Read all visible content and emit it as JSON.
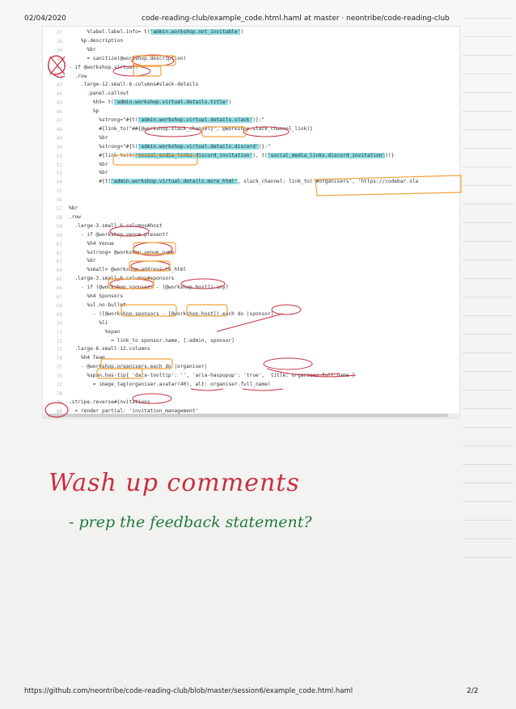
{
  "header": {
    "date": "02/04/2020",
    "title": "code-reading-club/example_code.html.haml at master · neontribe/code-reading-club"
  },
  "code": {
    "lines": [
      {
        "n": "37",
        "text": "      %label.label.info= t('admin.workshop.not_invitable')"
      },
      {
        "n": "38",
        "text": "    %p.description"
      },
      {
        "n": "39",
        "text": "      %br"
      },
      {
        "n": "40",
        "text": "      = sanitize(@workshop.description)"
      },
      {
        "n": "41",
        "text": "- if @workshop.virtual?"
      },
      {
        "n": "42",
        "text": "  .row"
      },
      {
        "n": "43",
        "text": "    .large-12.small-6.columns#slack-details"
      },
      {
        "n": "44",
        "text": "      .panel.callout"
      },
      {
        "n": "45",
        "text": "        %h5= t('admin.workshop.virtual.details.title')"
      },
      {
        "n": "46",
        "text": "        %p"
      },
      {
        "n": "47",
        "text": "          %strong=\"#{t('admin.workshop.virtual.details.slack')}:\""
      },
      {
        "n": "48",
        "text": "          #{link_to(\"##{@workshop.slack_channel}\", @workshop.slack_channel_link)}"
      },
      {
        "n": "49",
        "text": "          %br"
      },
      {
        "n": "50",
        "text": "          %strong=\"#{t('admin.workshop.virtual.details.discord')}:\""
      },
      {
        "n": "51",
        "text": "          #{link_to(t('social_media_links.discord_invitation'), t('social_media_links.discord_invitation'))}"
      },
      {
        "n": "52",
        "text": "          %br"
      },
      {
        "n": "53",
        "text": "          %br"
      },
      {
        "n": "54",
        "text": "          #{t('admin.workshop.virtual.details.more_html', slack_channel: link_to('#organisers', 'https://codebar.sla"
      },
      {
        "n": "55",
        "text": ""
      },
      {
        "n": "56",
        "text": ""
      },
      {
        "n": "57",
        "text": "%br"
      },
      {
        "n": "58",
        "text": ".row"
      },
      {
        "n": "59",
        "text": "  .large-3.small-6.columns#host"
      },
      {
        "n": "60",
        "text": "    - if @workshop.venue.present?"
      },
      {
        "n": "61",
        "text": "      %h4 Venue"
      },
      {
        "n": "62",
        "text": "      %strong= @workshop.venue.name"
      },
      {
        "n": "63",
        "text": "      %br"
      },
      {
        "n": "64",
        "text": "      %small= @workshop.address.to_html"
      },
      {
        "n": "65",
        "text": "  .large-3.small-6.columns#sponsors"
      },
      {
        "n": "66",
        "text": "    - if (@workshop.sponsors - [@workshop.host]).any?"
      },
      {
        "n": "67",
        "text": "      %h4 Sponsors"
      },
      {
        "n": "68",
        "text": "      %ul.no-bullet"
      },
      {
        "n": "69",
        "text": "        - ([@workshop.sponsors - [@workshop.host]).each do |sponsor|"
      },
      {
        "n": "70",
        "text": "          %li"
      },
      {
        "n": "71",
        "text": "            %span"
      },
      {
        "n": "72",
        "text": "              = link_to sponsor.name, [:admin, sponsor]"
      },
      {
        "n": "73",
        "text": "  .large-6.small-12.columns"
      },
      {
        "n": "74",
        "text": "    %h4 Team"
      },
      {
        "n": "75",
        "text": "    - @workshop.organisers.each do |organiser|"
      },
      {
        "n": "76",
        "text": "      %span.has-tip{ 'data-tooltip': '', 'aria-haspopup': 'true',  title: organiser.full_name }"
      },
      {
        "n": "77",
        "text": "        = image_tag(organiser.avatar(40), alt: organiser.full_name)"
      },
      {
        "n": "78",
        "text": ""
      },
      {
        "n": "79",
        "text": ".stripe.reverse#invitations"
      },
      {
        "n": "80",
        "text": "  = render partial: 'invitation_management'"
      }
    ],
    "highlight_color": "#8fdde5"
  },
  "annotations": {
    "red_note": "Wash  up  comments",
    "green_note": "- prep the feedback statement?",
    "red_color": "#c63042",
    "green_color": "#1f7a3c",
    "orange_color": "#f0a23a"
  },
  "footer": {
    "url": "https://github.com/neontribe/code-reading-club/blob/master/session6/example_code.html.haml",
    "page": "2/2"
  }
}
